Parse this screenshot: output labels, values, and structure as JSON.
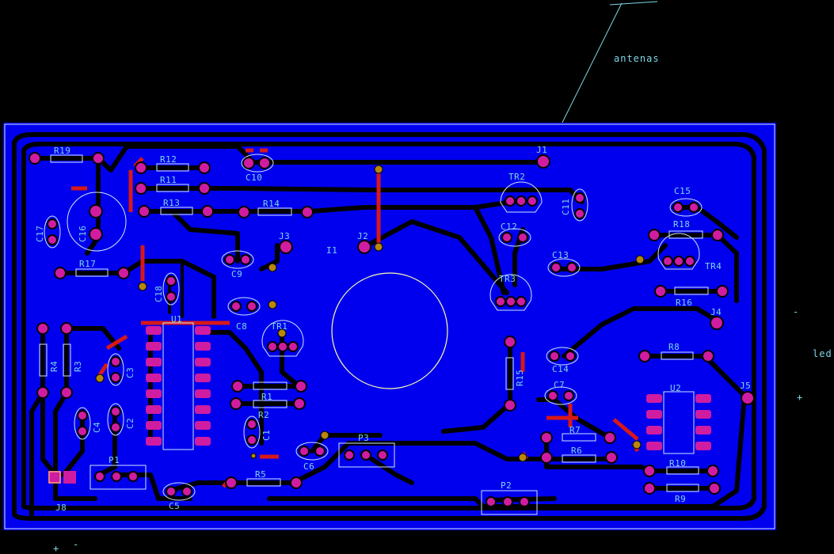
{
  "title_antenna": "antenas",
  "components": {
    "R19": "R19",
    "R12": "R12",
    "R11": "R11",
    "R13": "R13",
    "R14": "R14",
    "C10": "C10",
    "J1": "J1",
    "TR2": "TR2",
    "C11": "C11",
    "C15": "C15",
    "R18": "R18",
    "TR4": "TR4",
    "R16": "R16",
    "J4": "J4",
    "C17": "C17",
    "C16": "C16",
    "J3": "J3",
    "J2": "J2",
    "I1": "I1",
    "C12": "C12",
    "C13": "C13",
    "R17": "R17",
    "C9": "C9",
    "C18": "C18",
    "TR3": "TR3",
    "U1": "U1",
    "C8": "C8",
    "TR1": "TR1",
    "R4": "R4",
    "R3": "R3",
    "C3": "C3",
    "R15": "R15",
    "C14": "C14",
    "R8": "R8",
    "R1": "R1",
    "R2": "R2",
    "C7": "C7",
    "U2": "U2",
    "J5": "J5",
    "C2": "C2",
    "C4": "C4",
    "C1": "C1",
    "R7": "R7",
    "P3": "P3",
    "R6": "R6",
    "P1": "P1",
    "C6": "C6",
    "R10": "R10",
    "R5": "R5",
    "R9": "R9",
    "P2": "P2",
    "J8": "J8",
    "C5": "C5"
  },
  "side_labels": {
    "led": "led",
    "led_minus": "-",
    "led_plus": "+",
    "bottom_plus": "+",
    "bottom_minus": "-"
  },
  "colors": {
    "board": "#0000ee",
    "background": "#000000",
    "pad": "#d01ca0",
    "trace_gap": "#000000",
    "silkscreen": "#7fd6e6",
    "top_trace": "#d81818",
    "board_edge": "#cfe8ff"
  }
}
